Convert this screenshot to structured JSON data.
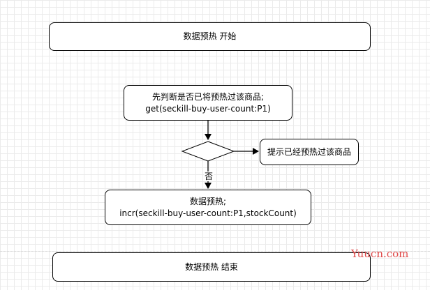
{
  "nodes": {
    "start": {
      "label": "数据预热 开始"
    },
    "check": {
      "line1": "先判断是否已将预热过该商品;",
      "line2": "get(seckill-buy-user-count:P1)"
    },
    "decision": {
      "label": ""
    },
    "hint": {
      "label": "提示已经预热过该商品"
    },
    "action": {
      "line1": "数据预热;",
      "line2": "incr(seckill-buy-user-count:P1,stockCount)"
    },
    "end": {
      "label": "数据预热 结束"
    }
  },
  "edges": {
    "no_label": "否"
  },
  "watermark": "Yuucn.com",
  "colors": {
    "stroke": "#000000",
    "fill": "#ffffff",
    "grid": "#ebebeb",
    "watermark": "#e04a4a"
  }
}
